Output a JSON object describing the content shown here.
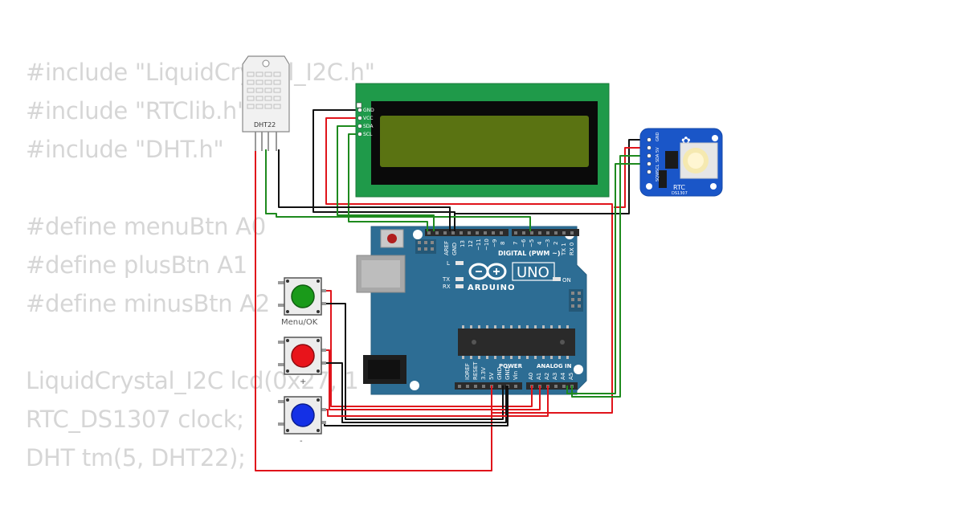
{
  "code_lines": [
    "#include \"LiquidCrystal_I2C.h\"",
    "#include \"RTClib.h\"",
    "#include \"DHT.h\"",
    "",
    "#define menuBtn A0",
    "#define plusBtn A1",
    "#define minusBtn A2",
    "",
    "LiquidCrystal_I2C lcd(0x27, 1",
    "RTC_DS1307 clock;",
    "DHT tm(5, DHT22);"
  ],
  "dht": {
    "label": "DHT22"
  },
  "lcd": {
    "pins": [
      "GND",
      "VCC",
      "SDA",
      "SCL"
    ]
  },
  "rtc": {
    "title": "RTC",
    "model": "DS1307",
    "pins": [
      "GND",
      "5V",
      "SDA",
      "SCL",
      "SQW"
    ]
  },
  "arduino": {
    "model": "UNO",
    "brand": "ARDUINO",
    "digital_label": "DIGITAL (PWM ~)",
    "power_label": "POWER",
    "analog_label": "ANALOG IN",
    "on_label": "ON",
    "led_labels": [
      "L",
      "TX",
      "RX"
    ],
    "top_header_left": [
      "AREF",
      "GND",
      "13",
      "12",
      "~11",
      "~10",
      "~9",
      "8"
    ],
    "top_header_right": [
      "7",
      "~6",
      "~5",
      "4",
      "~3",
      "2",
      "TX 1",
      "RX 0"
    ],
    "power_pins": [
      "IOREF",
      "RESET",
      "3.3V",
      "5V",
      "GND",
      "GND",
      "Vin"
    ],
    "analog_pins": [
      "A0",
      "A1",
      "A2",
      "A3",
      "A4",
      "A5"
    ]
  },
  "buttons": [
    {
      "label": "Menu/OK",
      "color": "#1a9a1a"
    },
    {
      "label": "+",
      "color": "#e8141b"
    },
    {
      "label": "-",
      "color": "#1430e6"
    }
  ],
  "wire_colors": {
    "red": "#e0141b",
    "black": "#111111",
    "green": "#1e8a1e"
  }
}
